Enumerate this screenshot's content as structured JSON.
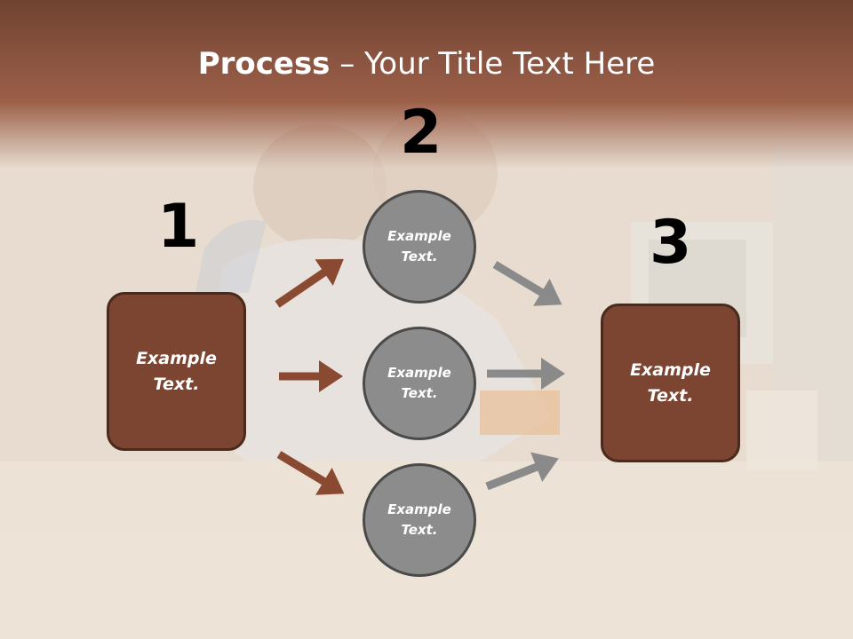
{
  "slide": {
    "title_bold": "Process",
    "title_rest": " – Your Title Text Here"
  },
  "steps": {
    "n1": "1",
    "n2": "2",
    "n3": "3"
  },
  "left_box": {
    "line1": "Example",
    "line2": "Text."
  },
  "right_box": {
    "line1": "Example",
    "line2": "Text."
  },
  "circles": [
    {
      "line1": "Example",
      "line2": "Text."
    },
    {
      "line1": "Example",
      "line2": "Text."
    },
    {
      "line1": "Example",
      "line2": "Text."
    }
  ],
  "colors": {
    "header": "#8a5440",
    "box_fill": "#7b4532",
    "circle_fill": "#8c8c8c",
    "arrow_brown": "#8a4a32",
    "arrow_gray": "#8a8a8a"
  }
}
